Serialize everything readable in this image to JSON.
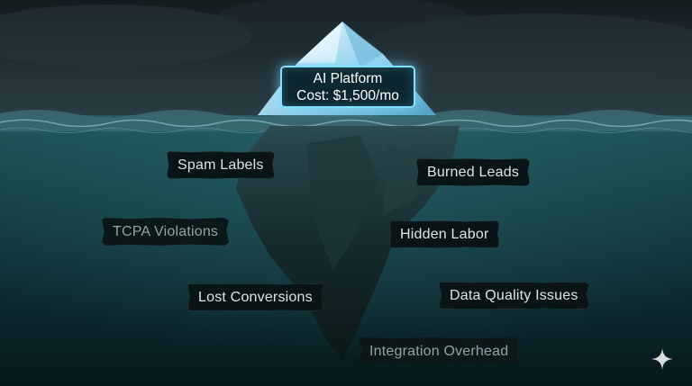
{
  "iceberg_tip": {
    "title": "AI Platform",
    "cost": "Cost: $1,500/mo"
  },
  "hidden_costs": {
    "spam_labels": "Spam Labels",
    "burned_leads": "Burned Leads",
    "tcpa_violations": "TCPA Violations",
    "hidden_labor": "Hidden Labor",
    "lost_conversions": "Lost Conversions",
    "data_quality_issues": "Data Quality Issues",
    "integration_overhead": "Integration Overhead"
  },
  "colors": {
    "sky": "#1c2a30",
    "water_surface": "#2f5a63",
    "underwater": "#0f3b40",
    "ice": "#a8dcf0",
    "label_glow": "#7fe0ff"
  },
  "icons": {
    "corner": "sparkle-icon"
  }
}
